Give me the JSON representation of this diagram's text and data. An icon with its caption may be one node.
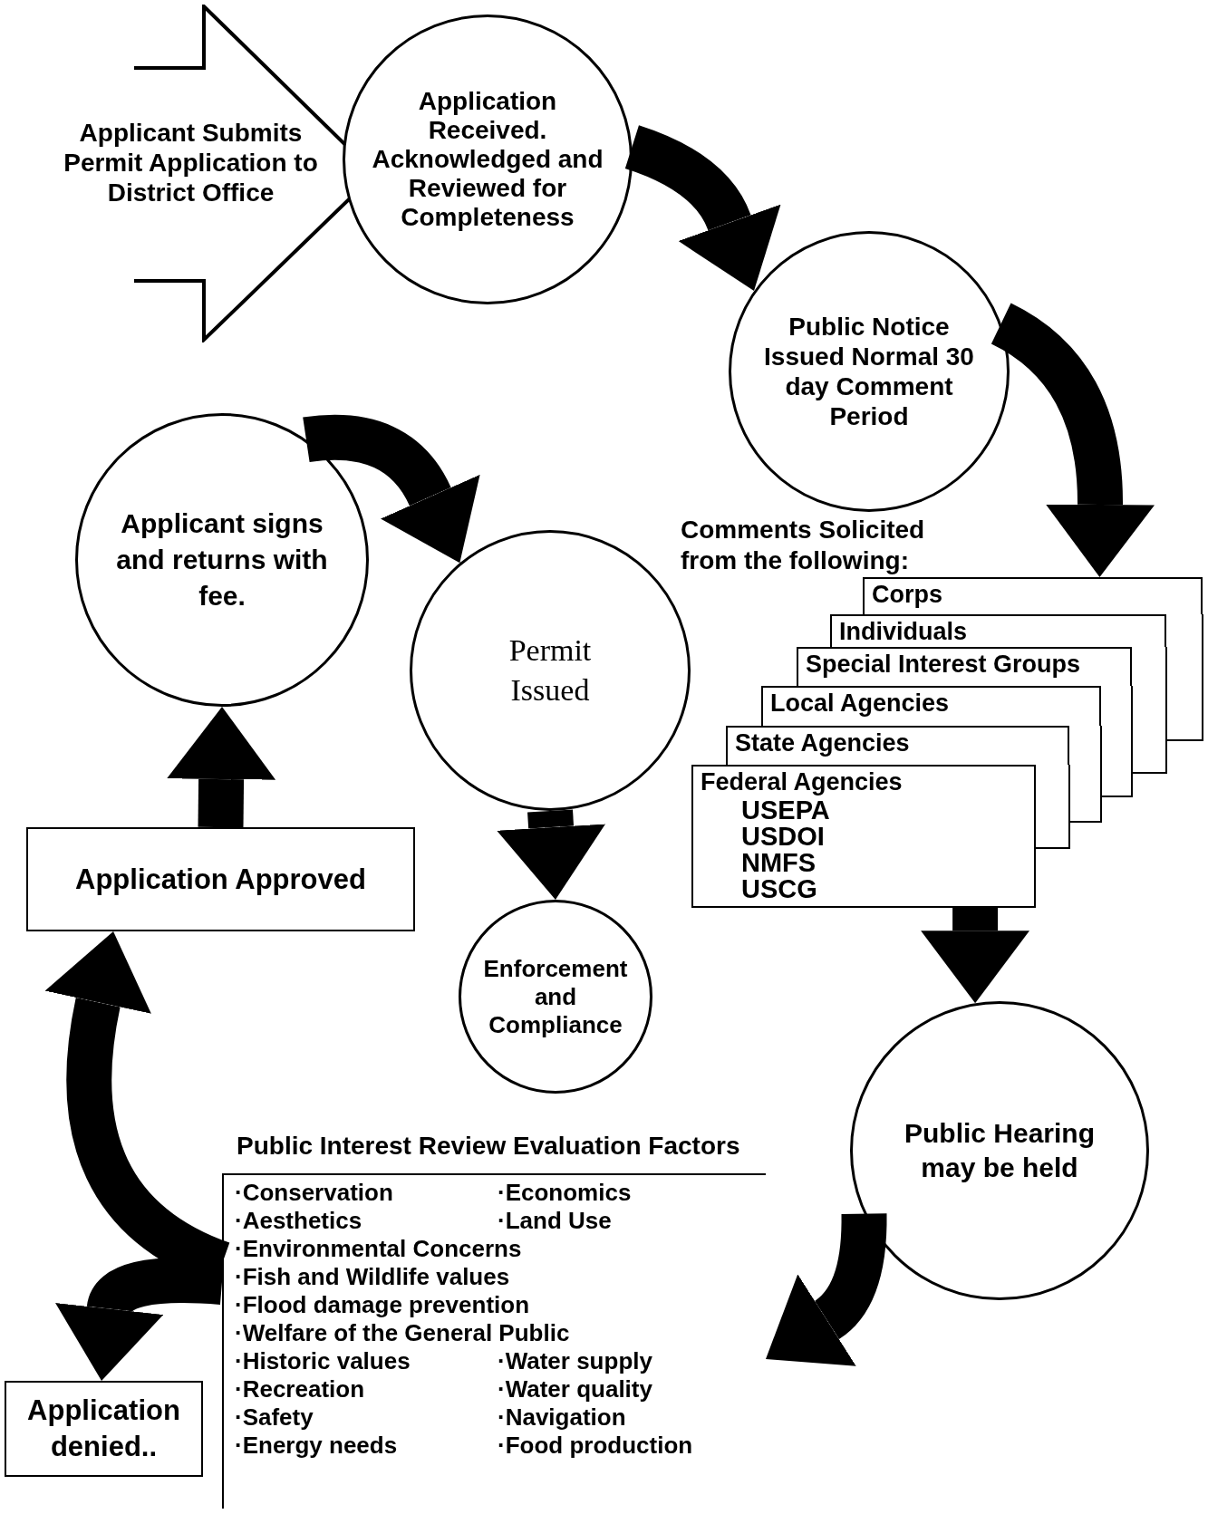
{
  "diagram": {
    "nodes": [
      {
        "text": [
          "Applicant Submits Permit Application to District Office"
        ]
      },
      {
        "text": [
          "Application Received. Acknowledged and Reviewed for Completeness"
        ]
      },
      {
        "text": [
          "Public Notice Issued Normal 30 day Comment Period"
        ]
      },
      {
        "text": [
          "Comments Solicited from the following:"
        ]
      },
      {
        "text": [
          "Corps"
        ],
        "in": 3
      },
      {
        "text": [
          "Individuals"
        ],
        "in": 3
      },
      {
        "text": [
          "Special Interest Groups"
        ],
        "in": 3
      },
      {
        "text": [
          "Local Agencies"
        ],
        "in": 3
      },
      {
        "text": [
          "State Agencies"
        ],
        "in": 3
      },
      {
        "text": [
          "Federal Agencies",
          "USEPA",
          "USDOI",
          "NMFS",
          "USCG"
        ],
        "in": 3
      },
      {
        "text": [
          "Public Hearing may be held"
        ]
      },
      {
        "text": [
          "Public Interest Review Evaluation Factors",
          "·Conservation",
          "·Economics",
          "·Aesthetics",
          "·Land Use",
          "·Environmental Concerns",
          "·Fish and Wildlife values",
          "·Flood damage prevention",
          "·Welfare of the General Public",
          "·Historic values",
          "·Water supply",
          "·Recreation",
          "·Water quality",
          "·Safety",
          "·Navigation",
          "·Energy needs",
          "·Food production"
        ]
      },
      {
        "text": [
          "Application denied.."
        ]
      },
      {
        "text": [
          "Application Approved"
        ]
      },
      {
        "text": [
          "Applicant signs and returns with fee."
        ]
      },
      {
        "text": [
          "Permit Issued"
        ]
      },
      {
        "text": [
          "Enforcement and Compliance"
        ]
      }
    ],
    "edges": [
      {
        "from": 1,
        "to": 2,
        "arrow": "to"
      },
      {
        "from": 2,
        "to": 4,
        "arrow": "to"
      },
      {
        "from": 9,
        "to": 10,
        "arrow": "to"
      },
      {
        "from": 10,
        "to": 11,
        "arrow": "to"
      },
      {
        "from": 11,
        "to": 13,
        "arrow": "to"
      },
      {
        "from": 11,
        "to": 12,
        "arrow": "to"
      },
      {
        "from": 13,
        "to": 14,
        "arrow": "to"
      },
      {
        "from": 14,
        "to": 15,
        "arrow": "to"
      },
      {
        "from": 15,
        "to": 16,
        "arrow": "to"
      }
    ]
  }
}
